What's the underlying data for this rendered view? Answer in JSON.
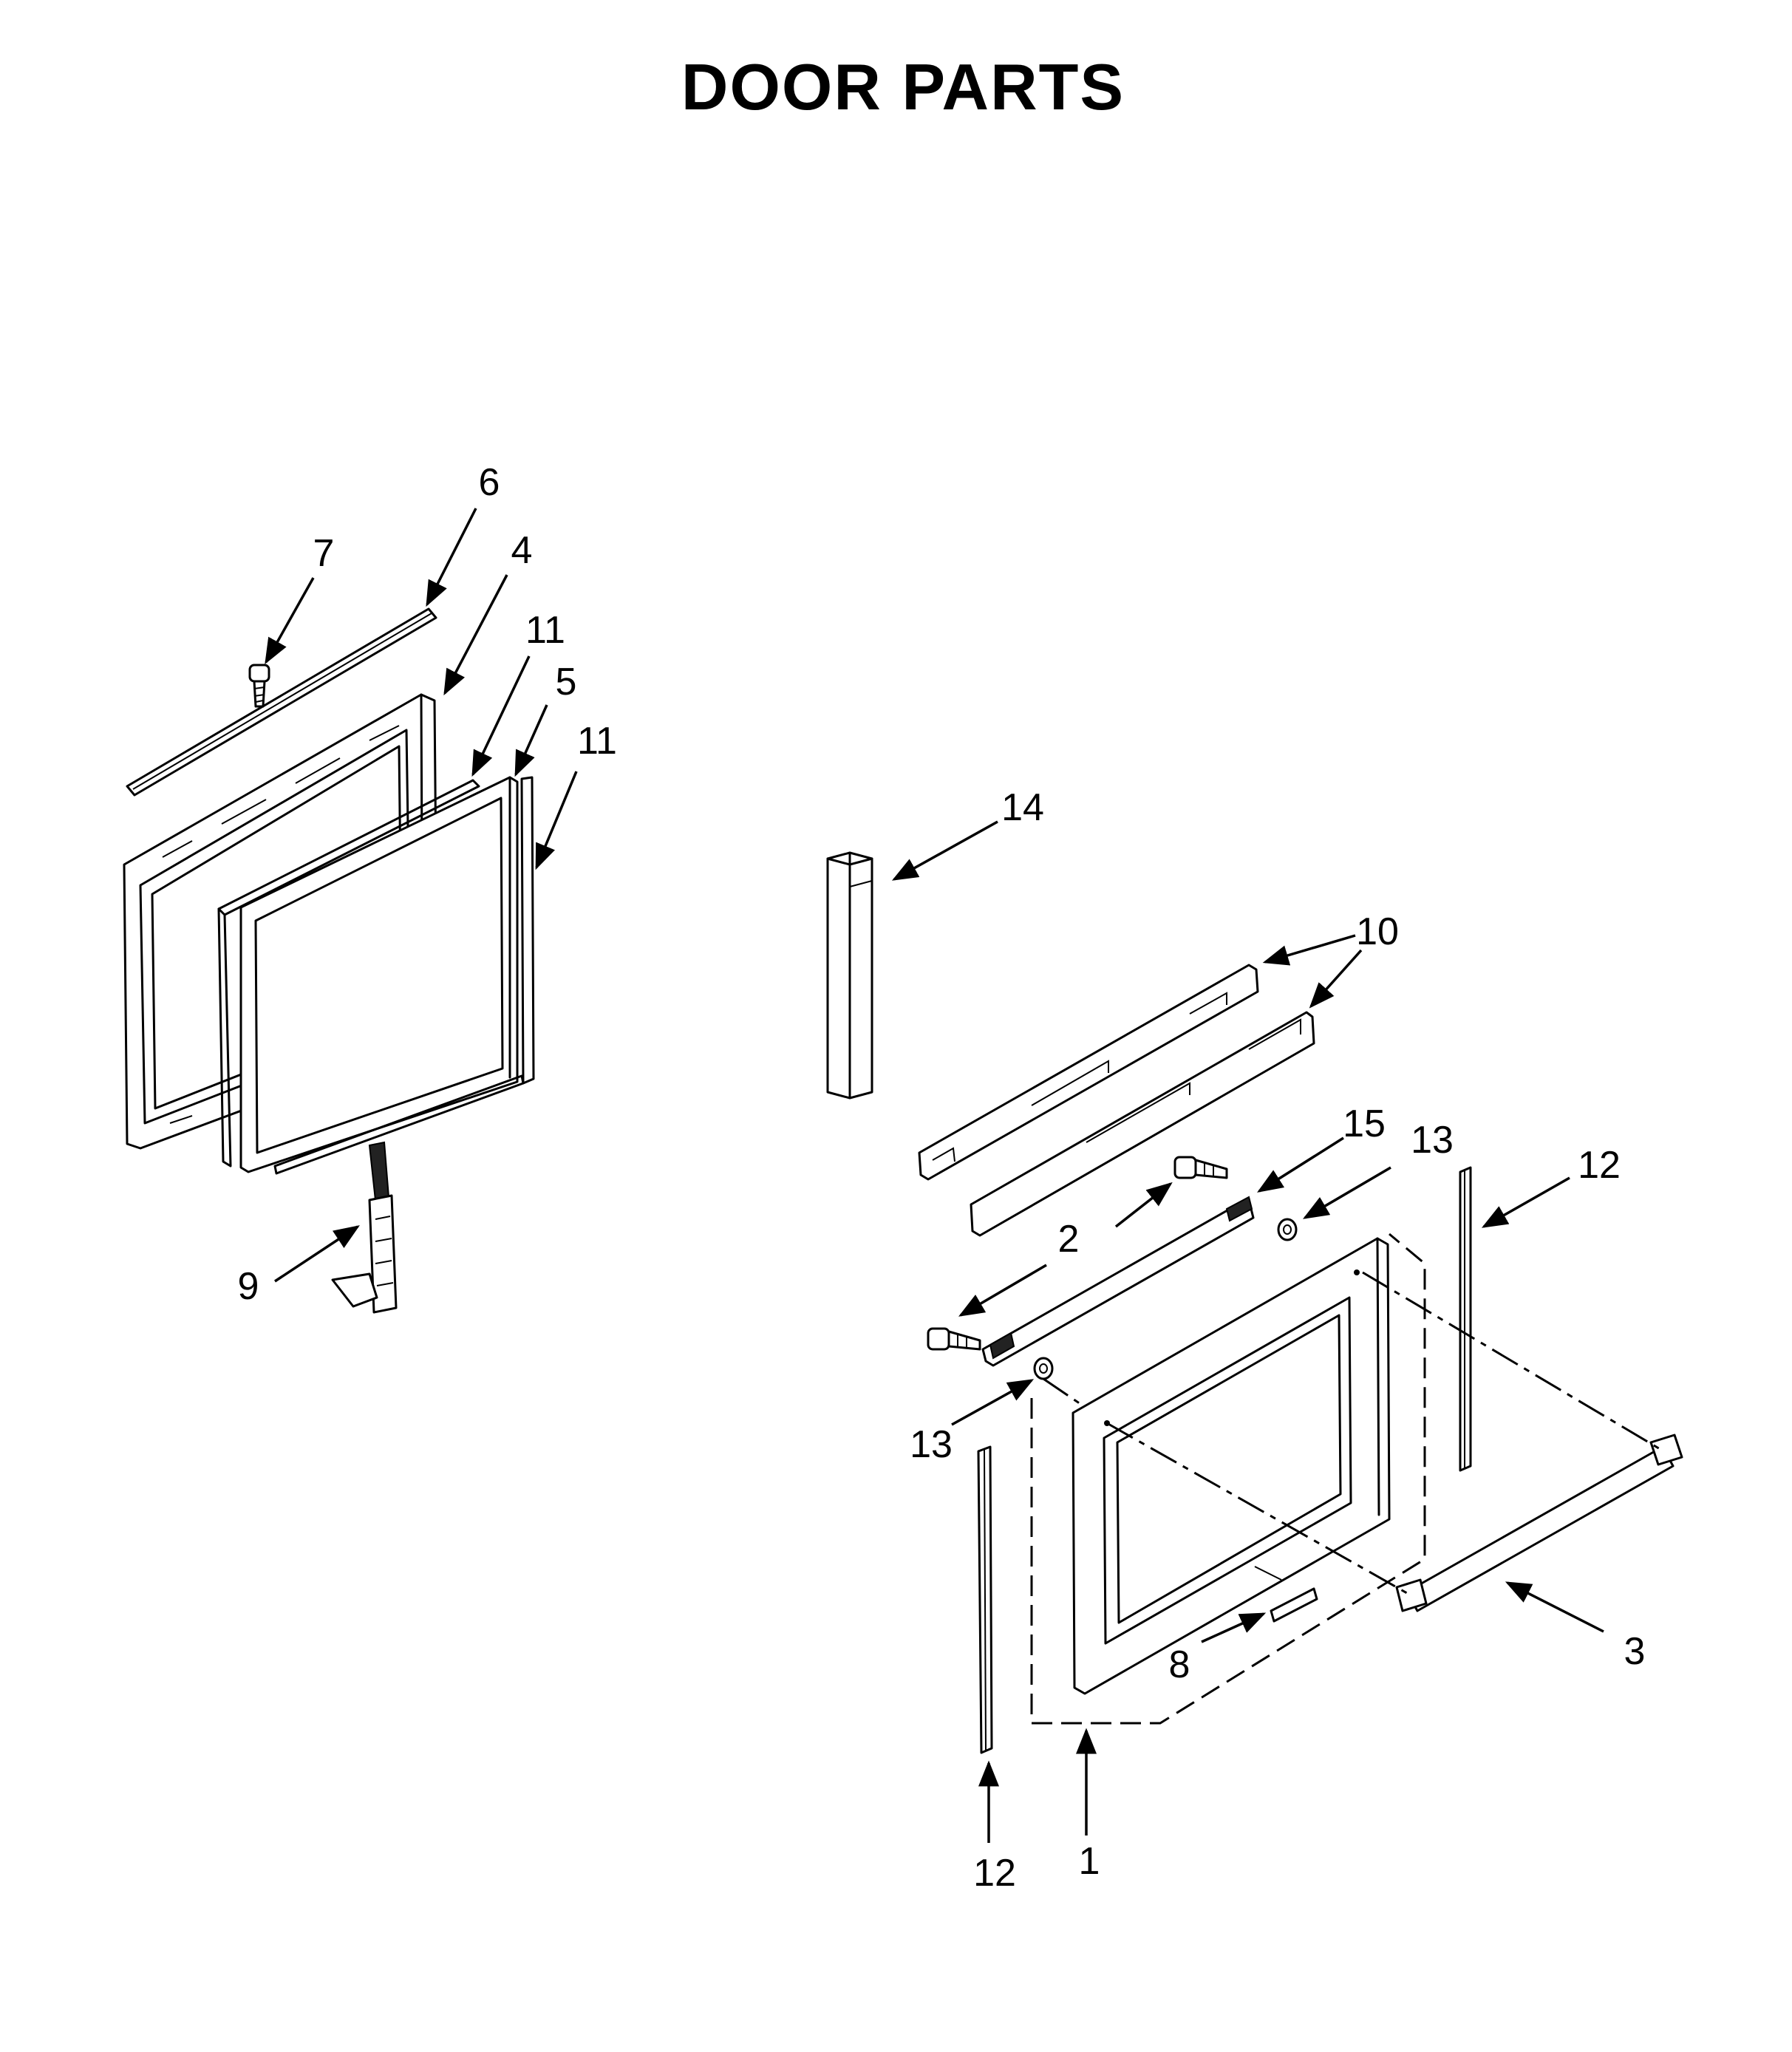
{
  "title": "DOOR PARTS",
  "callouts": {
    "c1": "1",
    "c2": "2",
    "c3": "3",
    "c4": "4",
    "c5": "5",
    "c6": "6",
    "c7": "7",
    "c8": "8",
    "c9": "9",
    "c10": "10",
    "c11a": "11",
    "c11b": "11",
    "c12a": "12",
    "c12b": "12",
    "c13a": "13",
    "c13b": "13",
    "c14": "14",
    "c15": "15"
  }
}
